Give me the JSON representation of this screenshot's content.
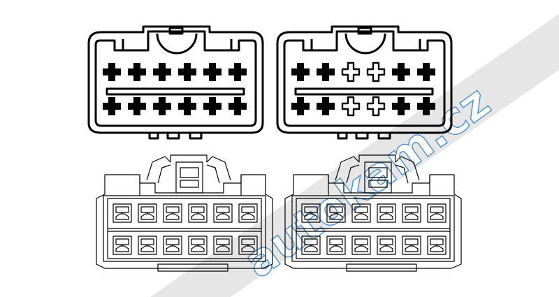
{
  "watermark": {
    "text": "autokam.cz",
    "color": "#4a90d0"
  },
  "stroke_color": "#000000",
  "background_color": "#ffffff",
  "connectors": {
    "front_views": [
      {
        "id": "front-left",
        "pin_pattern": [
          "plus",
          "plus",
          "plus",
          "plus",
          "plus",
          "plus"
        ]
      },
      {
        "id": "front-right",
        "pin_pattern": [
          "plus",
          "plus",
          "cross-open",
          "cross-open",
          "plus",
          "plus"
        ]
      }
    ],
    "side_views": [
      {
        "id": "side-left"
      },
      {
        "id": "side-right"
      }
    ]
  }
}
